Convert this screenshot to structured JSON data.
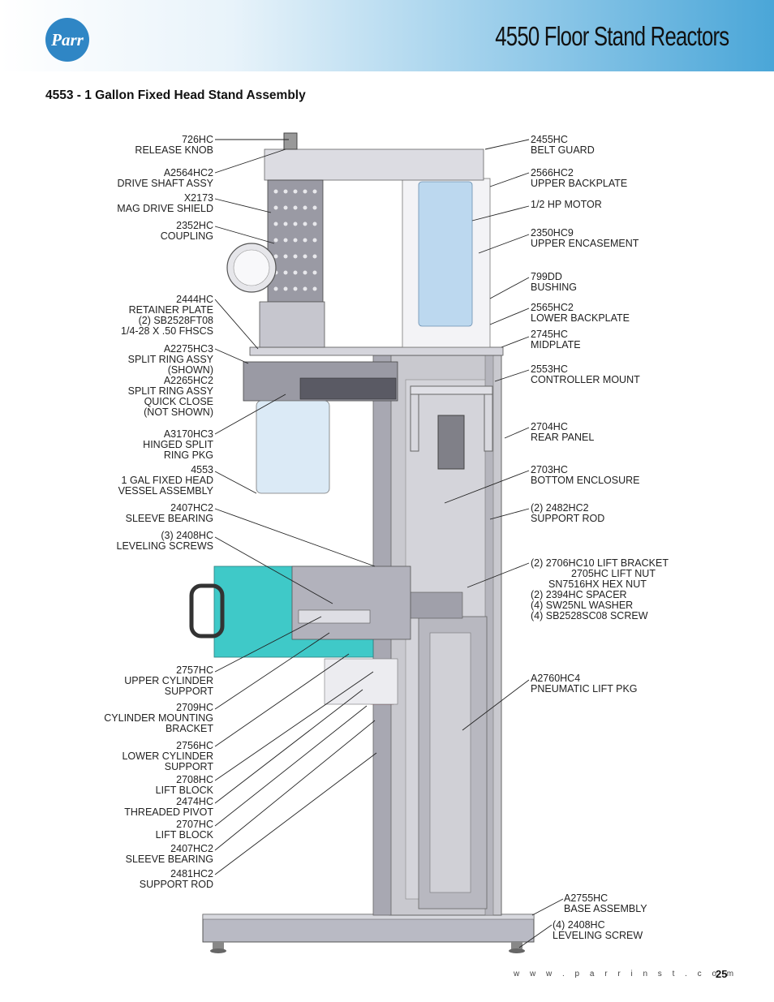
{
  "header": {
    "brand": "Parr",
    "title": "4550 Floor Stand Reactors"
  },
  "section_title": "4553 - 1 Gallon Fixed Head Stand Assembly",
  "left_labels": [
    [
      "726HC",
      "RELEASE KNOB"
    ],
    [
      "A2564HC2",
      "DRIVE SHAFT ASSY"
    ],
    [
      "X2173",
      "MAG DRIVE SHIELD"
    ],
    [
      "2352HC",
      "COUPLING"
    ],
    [
      "2444HC",
      "RETAINER PLATE",
      "(2) SB2528FT08",
      "1/4-28 X .50 FHSCS"
    ],
    [
      "A2275HC3",
      "SPLIT RING ASSY",
      "(SHOWN)",
      "A2265HC2",
      "SPLIT RING ASSY",
      "QUICK CLOSE",
      "(NOT SHOWN)"
    ],
    [
      "A3170HC3",
      "HINGED SPLIT",
      "RING PKG"
    ],
    [
      "4553",
      "1 GAL FIXED HEAD",
      "VESSEL ASSEMBLY"
    ],
    [
      "2407HC2",
      "SLEEVE BEARING"
    ],
    [
      "(3) 2408HC",
      "LEVELING SCREWS"
    ],
    [
      "2757HC",
      "UPPER CYLINDER",
      "SUPPORT"
    ],
    [
      "2709HC",
      "CYLINDER MOUNTING",
      "BRACKET"
    ],
    [
      "2756HC",
      "LOWER CYLINDER",
      "SUPPORT"
    ],
    [
      "2708HC",
      "LIFT BLOCK"
    ],
    [
      "2474HC",
      "THREADED PIVOT"
    ],
    [
      "2707HC",
      "LIFT BLOCK"
    ],
    [
      "2407HC2",
      "SLEEVE BEARING"
    ],
    [
      "2481HC2",
      "SUPPORT ROD"
    ]
  ],
  "right_labels": [
    [
      "2455HC",
      "BELT GUARD"
    ],
    [
      "2566HC2",
      "UPPER BACKPLATE"
    ],
    [
      "1/2 HP MOTOR"
    ],
    [
      "2350HC9",
      "UPPER ENCASEMENT"
    ],
    [
      "799DD",
      "BUSHING"
    ],
    [
      "2565HC2",
      "LOWER BACKPLATE"
    ],
    [
      "2745HC",
      "MIDPLATE"
    ],
    [
      "2553HC",
      "CONTROLLER MOUNT"
    ],
    [
      "2704HC",
      "REAR PANEL"
    ],
    [
      "2703HC",
      "BOTTOM ENCLOSURE"
    ],
    [
      "(2) 2482HC2",
      "SUPPORT ROD"
    ],
    [
      "(2) 2706HC10 LIFT BRACKET",
      "2705HC LIFT NUT",
      "SN7516HX HEX NUT",
      "(2) 2394HC SPACER",
      "(4) SW25NL WASHER",
      "(4) SB2528SC08 SCREW"
    ],
    [
      "A2760HC4",
      "PNEUMATIC LIFT PKG"
    ],
    [
      "A2755HC",
      "BASE ASSEMBLY"
    ],
    [
      "(4) 2408HC",
      "LEVELING SCREW"
    ]
  ],
  "footer": {
    "url": "w w w . p a r r i n s t . c o m",
    "page": "25"
  },
  "colors": {
    "header_gradient_end": "#4aa6d8",
    "logo_blue": "#2f86c5",
    "frame_gray": "#c9c9cf",
    "glass_blue": "#cfe3f3",
    "teal_vessel": "#3fc9c8"
  }
}
